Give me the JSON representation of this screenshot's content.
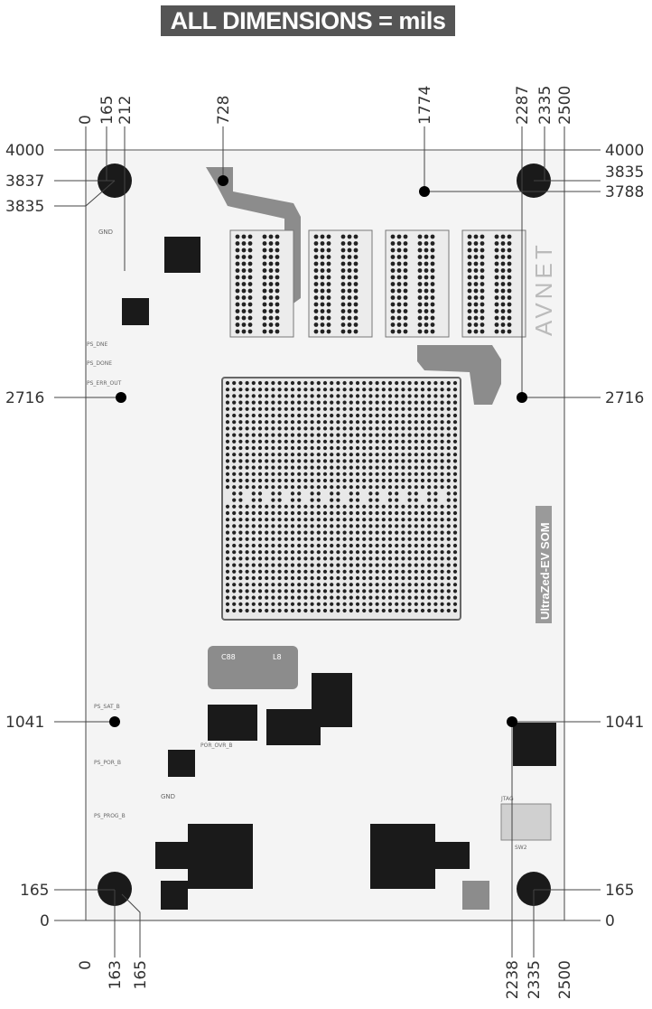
{
  "banner": {
    "text": "ALL DIMENSIONS = mils"
  },
  "board": {
    "brand_logo": "AVNET",
    "silkscreen_label": "UltraZed-EV SOM",
    "component_labels": {
      "c88": "C88",
      "l8": "L8",
      "gnd": "GND",
      "ps_dne": "PS_DNE",
      "ps_done": "PS_DONE",
      "ps_err_out": "PS_ERR_OUT",
      "ps_sat_b": "PS_SAT_B",
      "ps_por_b": "PS_POR_B",
      "ps_prog_b": "PS_PROG_B",
      "por_ovr_b": "POR_OVR_B",
      "jtag": "JTAG",
      "sw2": "SW2"
    }
  },
  "dimensions": {
    "top_x": [
      "0",
      "165",
      "212",
      "728",
      "1774",
      "2287",
      "2335",
      "2500"
    ],
    "bottom_x": [
      "0",
      "163",
      "165",
      "2238",
      "2335",
      "2500"
    ],
    "left_y": [
      "4000",
      "3837",
      "3835",
      "2716",
      "1041",
      "165",
      "0"
    ],
    "right_y": [
      "4000",
      "3835",
      "3788",
      "2716",
      "1041",
      "165",
      "0"
    ]
  },
  "colors": {
    "board": "#f4f4f4",
    "pad": "#1a1a1a",
    "copper_plane": "#8c8c8c",
    "light_plane": "#b4b4b4",
    "dim_line": "#444444",
    "banner_bg": "#555555"
  }
}
